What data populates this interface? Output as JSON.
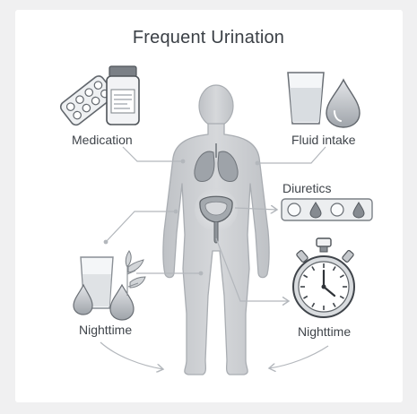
{
  "title": "Frequent Urination",
  "labels": {
    "medication": "Medication",
    "fluid_intake": "Fluid intake",
    "diuretics": "Diuretics",
    "nighttime_left": "Nighttime",
    "nighttime_right": "Nighttime"
  },
  "colors": {
    "background": "#f0f0f1",
    "card": "#ffffff",
    "body_fill": "#c9cbce",
    "line": "#a9adb2",
    "text": "#3f444a"
  },
  "icons": [
    "pill-blister-icon",
    "medicine-bottle-icon",
    "water-glass-icon",
    "water-drop-icon",
    "lungs-icon",
    "bladder-icon",
    "diuretic-pill-strip-icon",
    "plant-leaves-icon",
    "stopwatch-icon"
  ]
}
